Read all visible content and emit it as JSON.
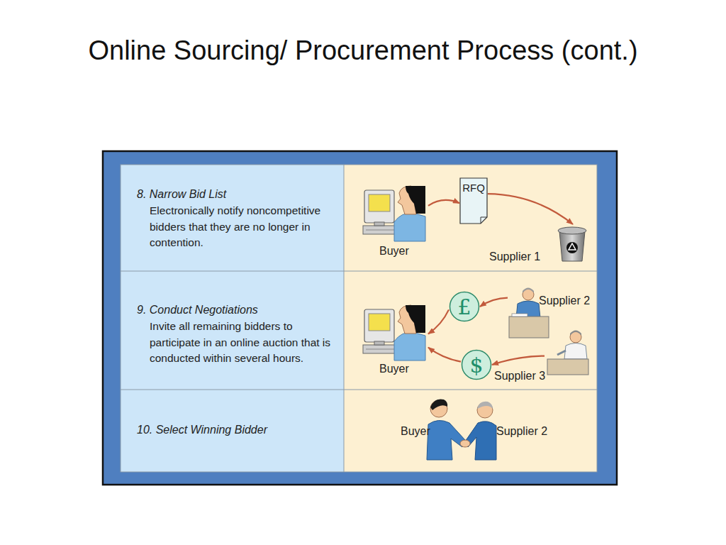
{
  "diagram": {
    "title": "Online Sourcing/ Procurement Process (cont.)",
    "nodes": [
      {
        "text": [
          "8. Narrow Bid List",
          "Electronically notify noncompetitive bidders that they are no longer in contention."
        ]
      },
      {
        "text": [
          "Buyer"
        ]
      },
      {
        "text": [
          "RFQ"
        ]
      },
      {
        "text": [
          "Supplier 1"
        ]
      },
      {
        "text": [
          "9. Conduct Negotiations",
          "Invite all remaining bidders to participate in an online auction that is conducted within several hours."
        ]
      },
      {
        "text": [
          "Buyer"
        ]
      },
      {
        "text": [
          "£"
        ]
      },
      {
        "text": [
          "Supplier 2"
        ]
      },
      {
        "text": [
          "$"
        ]
      },
      {
        "text": [
          "Supplier 3"
        ]
      },
      {
        "text": [
          "10. Select Winning Bidder"
        ]
      }
    ],
    "edges": [
      {
        "from": 1,
        "to": 2,
        "arrow": "to"
      },
      {
        "from": 2,
        "to": 3,
        "arrow": "to"
      },
      {
        "from": 7,
        "to": 6,
        "arrow": "to"
      },
      {
        "from": 6,
        "to": 5,
        "arrow": "to"
      },
      {
        "from": 9,
        "to": 8,
        "arrow": "to"
      },
      {
        "from": 8,
        "to": 5,
        "arrow": "to"
      }
    ],
    "labels": [
      "Buyer",
      "Supplier 2"
    ]
  }
}
